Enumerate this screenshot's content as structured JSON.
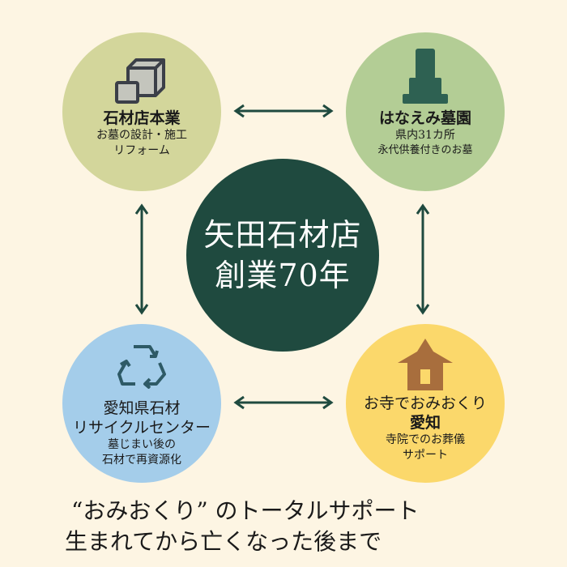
{
  "center": {
    "line1": "矢田石材店",
    "line2": "創業70年"
  },
  "nodes": {
    "top_left": {
      "icon": "stone-block-icon",
      "title": "石材店本業",
      "line1": "お墓の設計・施工",
      "line2": "リフォーム"
    },
    "top_right": {
      "icon": "gravestone-icon",
      "title": "はなえみ墓園",
      "line1": "県内31カ所",
      "line2": "永代供養付きのお墓"
    },
    "bottom_left": {
      "icon": "recycle-icon",
      "title": "愛知県石材",
      "title2": "リサイクルセンター",
      "line1": "墓じまい後の",
      "line2": "石材で再資源化"
    },
    "bottom_right": {
      "icon": "temple-icon",
      "title": "お寺でおみおくり",
      "title2": "愛知",
      "line1": "寺院でのお葬儀",
      "line2": "サポート"
    }
  },
  "tagline": {
    "line1": "“おみおくり” のトータルサポート",
    "line2": "生まれてから亡くなった後まで"
  },
  "colors": {
    "background": "#fdf5e3",
    "center": "#1f4a3f",
    "top_left": "#d3d69b",
    "top_right": "#b3cd95",
    "bottom_left": "#a4cdea",
    "bottom_right": "#fbd86b",
    "arrow": "#1f4a3f"
  }
}
